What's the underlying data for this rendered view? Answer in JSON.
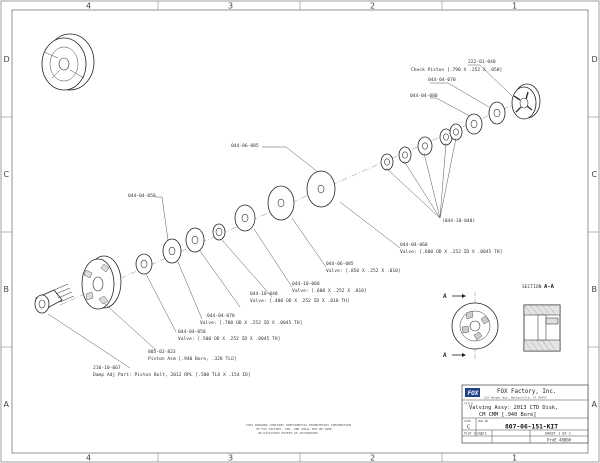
{
  "zones": {
    "top": [
      "4",
      "3",
      "2",
      "1"
    ],
    "side": [
      "D",
      "C",
      "B",
      "A"
    ]
  },
  "callouts": [
    {
      "id": "c1",
      "lines": [
        "222-01-040",
        "Check Piston [.790 X .252 X .050]"
      ]
    },
    {
      "id": "c2",
      "lines": [
        "044-04-070"
      ]
    },
    {
      "id": "c3",
      "lines": [
        "044-04-080"
      ]
    },
    {
      "id": "c4",
      "lines": [
        "044-06-085"
      ]
    },
    {
      "id": "c5",
      "lines": [
        "044-04-050"
      ]
    },
    {
      "id": "c6",
      "lines": [
        "(044-10-040)"
      ]
    },
    {
      "id": "c7",
      "lines": [
        "044-04-060",
        "Valve: [.600 OD X .252 ID X .0045 TH]"
      ]
    },
    {
      "id": "c8",
      "lines": [
        "044-06-085",
        "Valve: [.850 X .252 X .010]"
      ]
    },
    {
      "id": "c9",
      "lines": [
        "044-10-060",
        "Valve: [.600 X .252 X .010]"
      ]
    },
    {
      "id": "c10",
      "lines": [
        "044-10-040",
        "Valve: [.400 OD X .252 ID X .010 TH]"
      ]
    },
    {
      "id": "c11",
      "lines": [
        "044-04-070",
        "Valve: [.700 OD X .252 ID X .0045 TH]"
      ]
    },
    {
      "id": "c12",
      "lines": [
        "044-04-050",
        "Valve: [.500 OD X .252 ID X .0045 TH]"
      ]
    },
    {
      "id": "c13",
      "lines": [
        "805-02-823",
        "Piston Asm [.940 Bore, .328 TLO]"
      ]
    },
    {
      "id": "c14",
      "lines": [
        "210-10-067",
        "Damp Adj Part: Piston Bolt, 2012 RPL [.500 TLO X .154 ID]"
      ]
    }
  ],
  "section": {
    "label": "SECTION",
    "letter": "A-A",
    "marker": "A"
  },
  "title_block": {
    "company": "FOX Factory, Inc.",
    "address": "130 Hangar Way, Watsonville, CA 95076",
    "title_label": "TITLE",
    "title_line1": "Valving Assy: 2013 CTD Disk,",
    "title_line2": "CM CMM [.940 Bore]",
    "size_label": "SIZE",
    "size": "C",
    "dwg_label": "DWG NO",
    "drawing_number": "807-06-151-KIT",
    "scale_label": "PLOT SCALE",
    "scale": "2/1",
    "sheet": "SHEET 1 OF 1",
    "notice": [
      "THIS DRAWING CONTAINS CONFIDENTIAL PROPRIETARY INFORMATION",
      "OF FOX FACTORY, INC. AND SHALL NOT BE USED",
      "OR DISCLOSED EXCEPT AS AUTHORIZED"
    ],
    "footer": "ProE 4000#"
  }
}
